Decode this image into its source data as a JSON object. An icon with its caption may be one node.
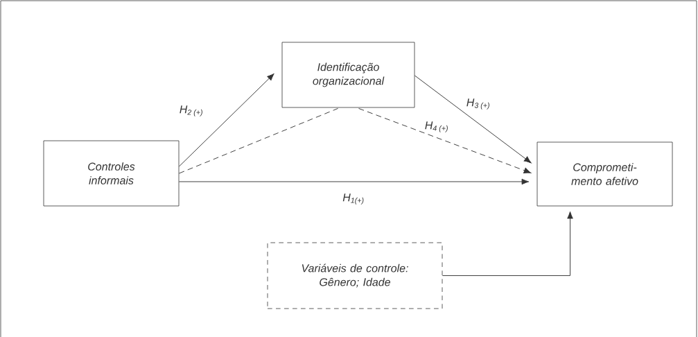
{
  "diagram": {
    "nodes": [
      {
        "text": [
          "Identificação organizacional"
        ]
      },
      {
        "text": [
          "Controles informais"
        ]
      },
      {
        "text": [
          "Comprometi- mento afetivo"
        ]
      },
      {
        "text": [
          "Variáveis de controle: Gênero; Idade"
        ]
      }
    ],
    "edges": [
      {
        "from": 1,
        "to": 0,
        "arrow": "to",
        "label": "H$_{2 (+)}$"
      },
      {
        "from": 0,
        "to": 2,
        "arrow": "to",
        "label": "H$_{3 (+)}$"
      },
      {
        "from": 1,
        "to": 0,
        "arrow": "none",
        "style": "dashed"
      },
      {
        "from": 0,
        "to": 2,
        "arrow": "to",
        "style": "dashed",
        "label": "H$_{4 (+)}$"
      },
      {
        "from": 1,
        "to": 2,
        "arrow": "to",
        "label": "H$_{1(+)}$"
      },
      {
        "from": 3,
        "to": 2,
        "arrow": "to"
      }
    ]
  }
}
